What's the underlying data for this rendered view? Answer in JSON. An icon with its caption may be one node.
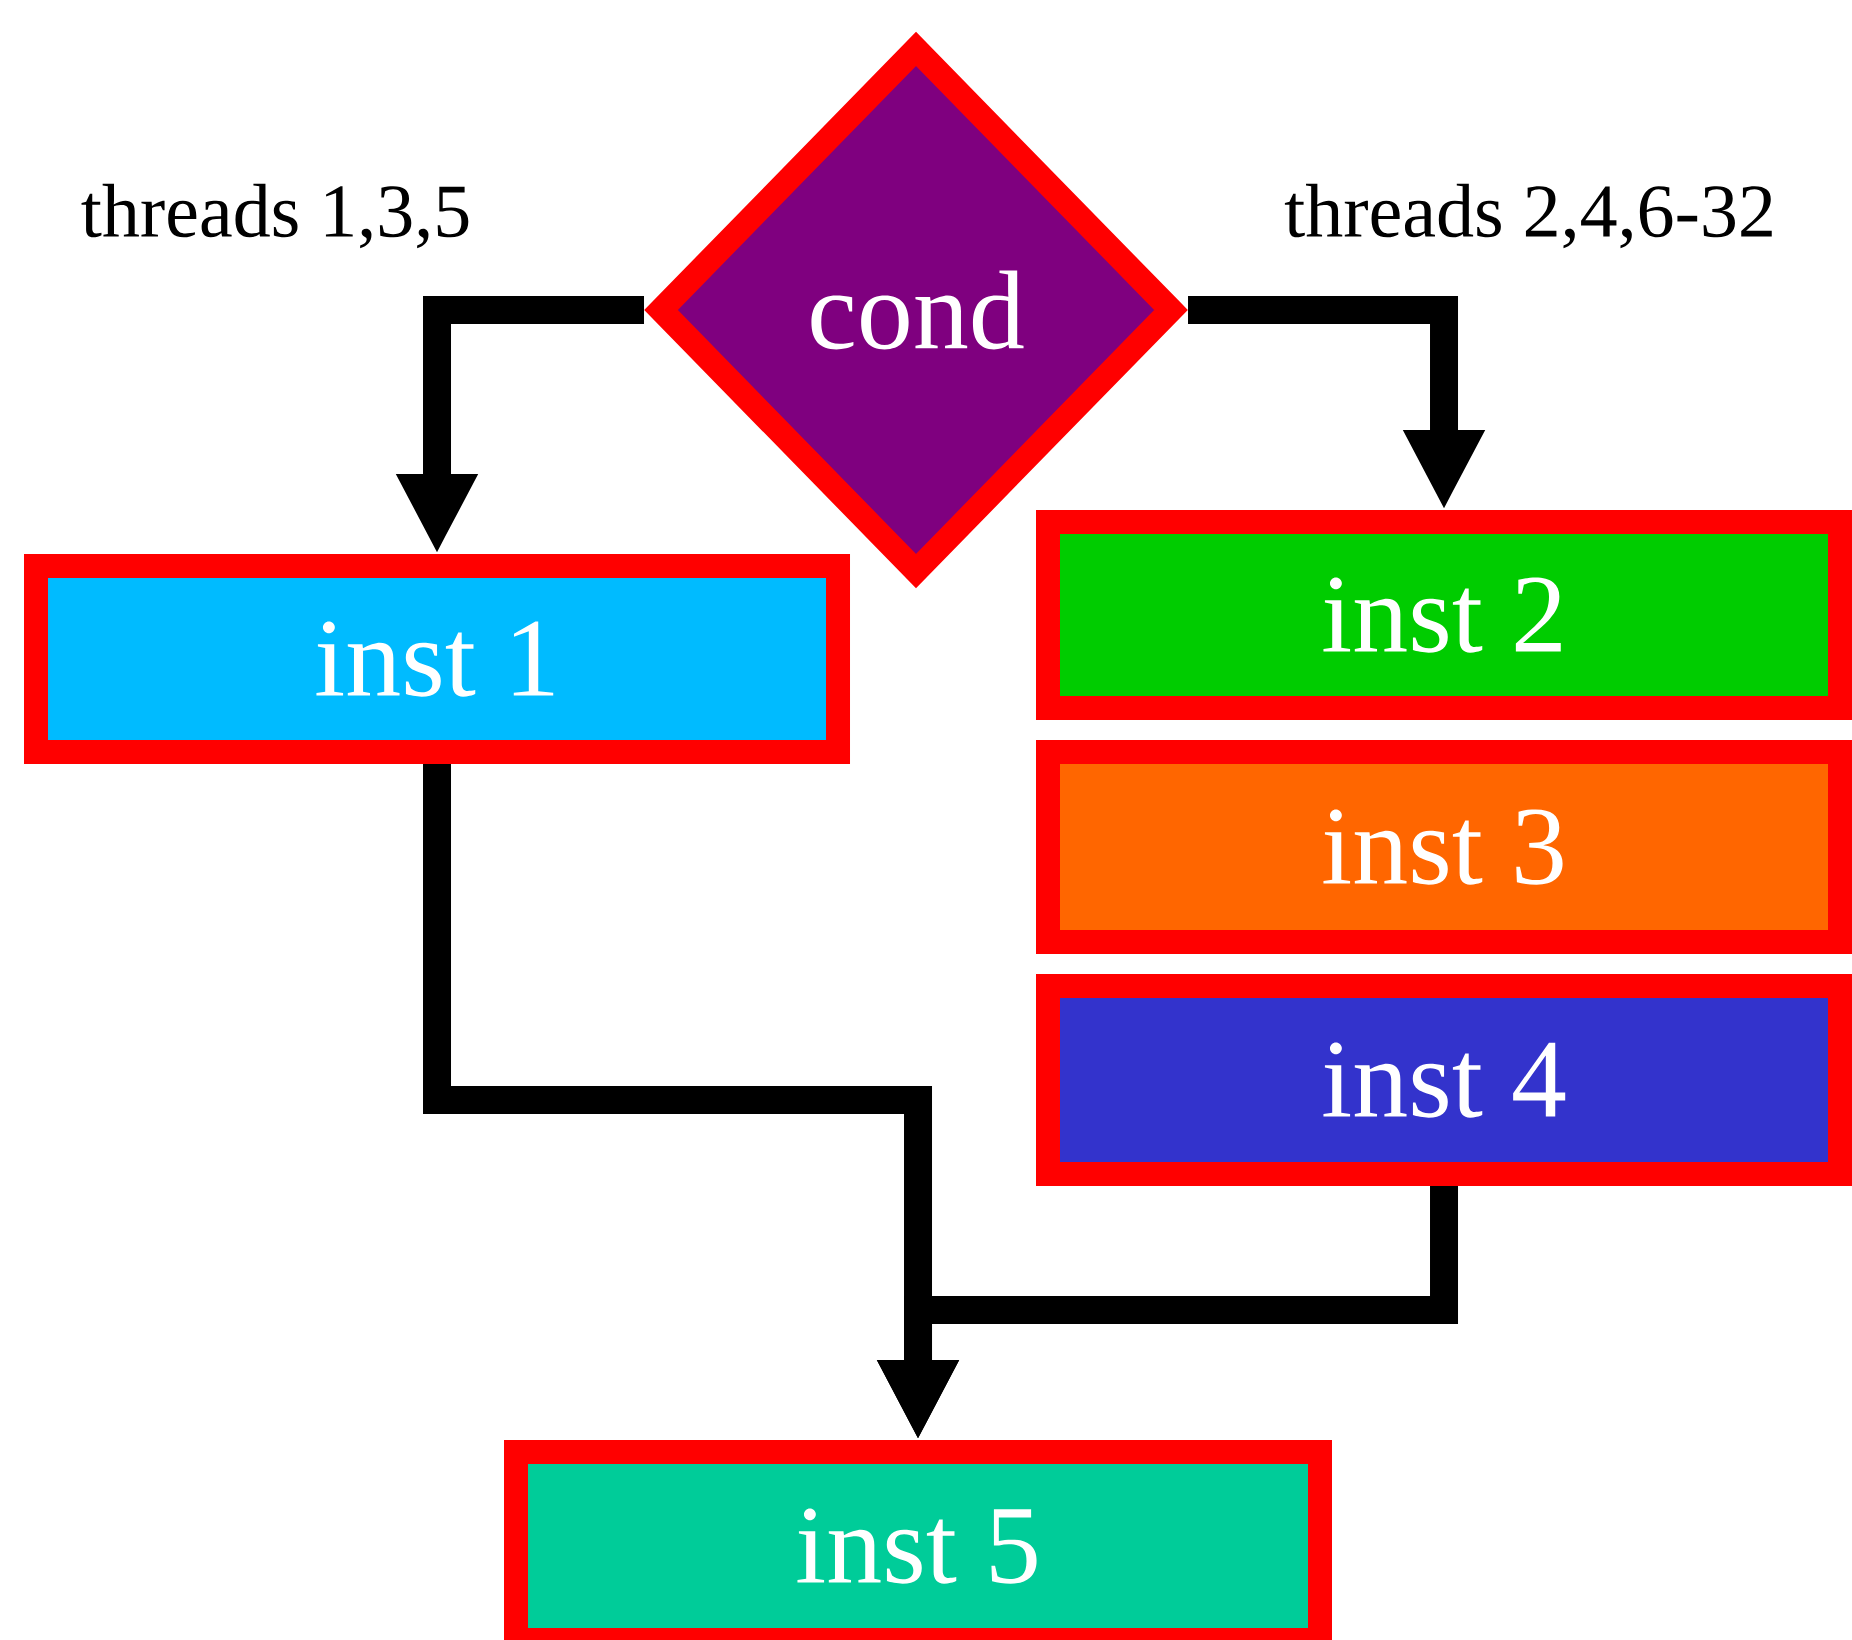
{
  "diagram": {
    "nodes": [
      {
        "text": [
          "cond"
        ]
      },
      {
        "text": [
          "inst 1"
        ]
      },
      {
        "text": [
          "inst 2"
        ]
      },
      {
        "text": [
          "inst 3"
        ]
      },
      {
        "text": [
          "inst 4"
        ]
      },
      {
        "text": [
          "inst 5"
        ]
      }
    ],
    "edges": [
      {
        "from": 0,
        "to": 1,
        "arrow": "to",
        "label": "threads 1,3,5"
      },
      {
        "from": 0,
        "to": 2,
        "arrow": "to",
        "label": "threads 2,4,6-32"
      },
      {
        "from": 1,
        "to": 5,
        "arrow": "to"
      },
      {
        "from": 4,
        "to": 5,
        "arrow": "to"
      }
    ]
  }
}
